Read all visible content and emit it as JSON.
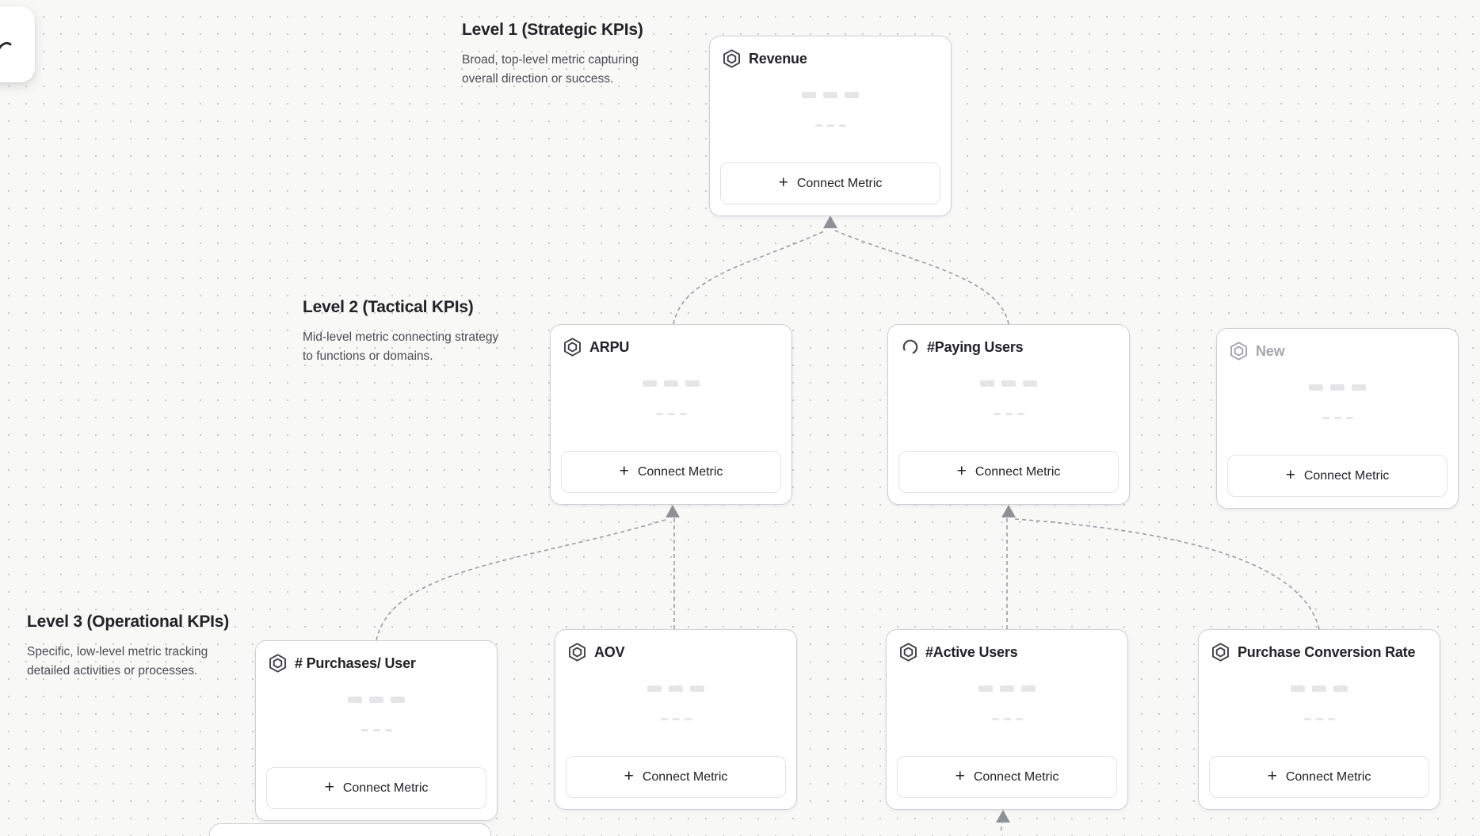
{
  "labels": {
    "connect_metric": "Connect Metric",
    "plus_icon": "+"
  },
  "levels": [
    {
      "title": "Level 1 (Strategic KPIs)",
      "description": "Broad, top-level metric capturing overall direction or success."
    },
    {
      "title": "Level 2 (Tactical KPIs)",
      "description": "Mid-level metric connecting strategy to functions or domains."
    },
    {
      "title": "Level 3 (Operational KPIs)",
      "description": "Specific, low-level metric tracking detailed activities or processes."
    }
  ],
  "cards": {
    "revenue": {
      "title": "Revenue",
      "level": 1,
      "icon": "hexagon-metric-icon"
    },
    "arpu": {
      "title": "ARPU",
      "level": 2,
      "icon": "hexagon-metric-icon"
    },
    "paying_users": {
      "title": "#Paying Users",
      "level": 2,
      "icon": "loading-spinner-icon"
    },
    "new_metric": {
      "title": "New",
      "level": 2,
      "icon": "hexagon-metric-icon",
      "state": "draft"
    },
    "purchases_user": {
      "title": "# Purchases/ User",
      "level": 3,
      "icon": "hexagon-metric-icon"
    },
    "aov": {
      "title": "AOV",
      "level": 3,
      "icon": "hexagon-metric-icon"
    },
    "active_users": {
      "title": "#Active Users",
      "level": 3,
      "icon": "hexagon-metric-icon"
    },
    "purchase_conversion_rate": {
      "title": "Purchase Conversion Rate",
      "level": 3,
      "icon": "hexagon-metric-icon"
    }
  },
  "colors": {
    "canvas_background": "#f8f8f7",
    "grid_dot": "#c8c8cc",
    "card_border": "#cfcfd4",
    "connector": "#9a9ea4",
    "title_text": "#232327",
    "muted_text": "#a6a6ab",
    "description_text": "#4b4b52"
  }
}
